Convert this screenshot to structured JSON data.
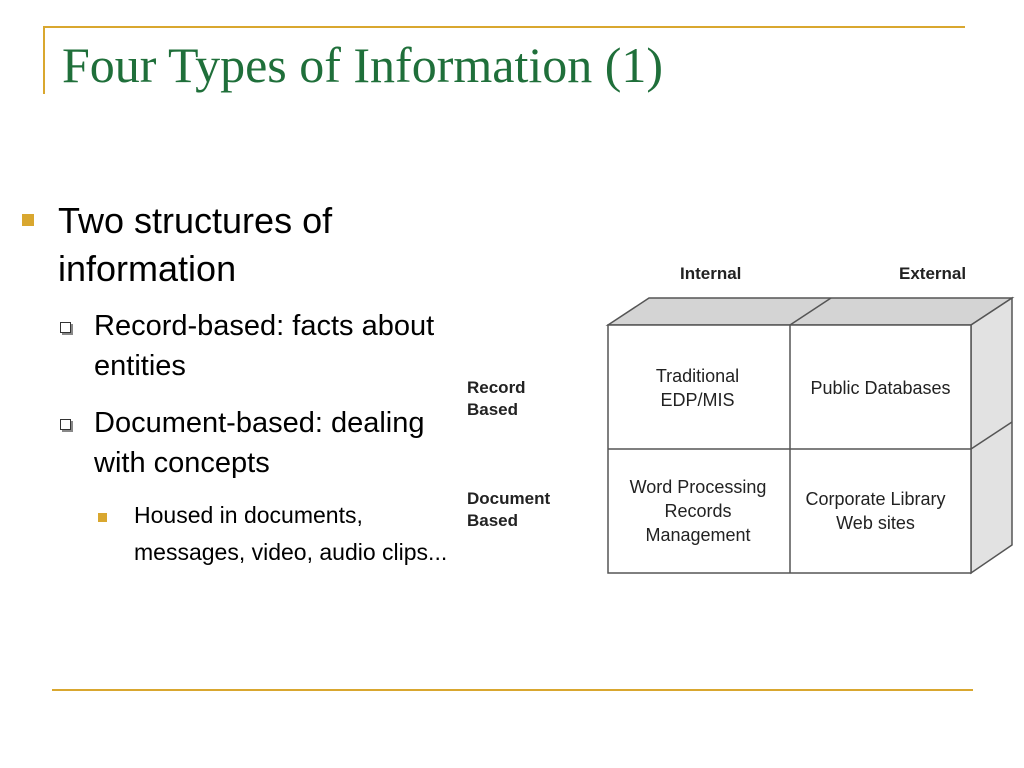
{
  "slide": {
    "title": "Four Types of Information (1)"
  },
  "bullets": {
    "main": "Two structures of information",
    "sub1": "Record-based: facts about entities",
    "sub2": "Document-based: dealing with concepts",
    "subsub": "Housed in documents, messages, video, audio clips..."
  },
  "diagram": {
    "col_headers": [
      "Internal",
      "External"
    ],
    "row_headers": [
      "Record Based",
      "Document Based"
    ],
    "cells": {
      "record_internal": "Traditional EDP/MIS",
      "record_external": "Public Databases",
      "document_internal": "Word Processing Records Management",
      "document_external": "Corporate Library Web sites"
    }
  },
  "colors": {
    "accent": "#d9a72f",
    "title": "#1f6f3a",
    "cube_face": "#ffffff",
    "cube_top": "#d4d4d4",
    "cube_side": "#e2e2e2",
    "cube_stroke": "#555555"
  }
}
